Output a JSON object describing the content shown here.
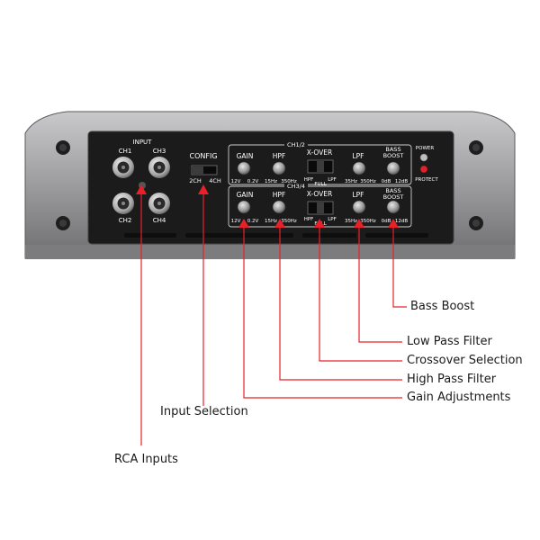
{
  "panel": {
    "input_label": "INPUT",
    "ch1": "CH1",
    "ch2": "CH2",
    "ch3": "CH3",
    "ch4": "CH4",
    "config_label": "CONFIG",
    "config_2ch": "2CH",
    "config_4ch": "4CH",
    "row1_tag": "CH1/2",
    "row2_tag": "CH3/4",
    "gain": "GAIN",
    "gain_min": "12V",
    "gain_max": "0.2V",
    "hpf": "HPF",
    "hpf_min": "15Hz",
    "hpf_max": "350Hz",
    "xover": "X-OVER",
    "xover_hpf": "HPF",
    "xover_full": "FULL",
    "xover_lpf": "LPF",
    "lpf": "LPF",
    "lpf_min": "35Hz",
    "lpf_max": "350Hz",
    "bass_boost_l1": "BASS",
    "bass_boost_l2": "BOOST",
    "bass_min": "0dB",
    "bass_max": "12dB",
    "power": "POWER",
    "protect": "PROTECT"
  },
  "callouts": {
    "bass_boost": "Bass Boost",
    "low_pass": "Low Pass Filter",
    "crossover": "Crossover Selection",
    "high_pass": "High Pass Filter",
    "gain": "Gain Adjustments",
    "input_selection": "Input Selection",
    "rca_inputs": "RCA Inputs"
  },
  "colors": {
    "arrow_red": "#e8202a",
    "leader_red": "#e8202a",
    "housing": "#9a9a9c",
    "panel": "#1b1b1c",
    "protect_led": "#d8262c",
    "power_led": "#bfbfbf"
  }
}
